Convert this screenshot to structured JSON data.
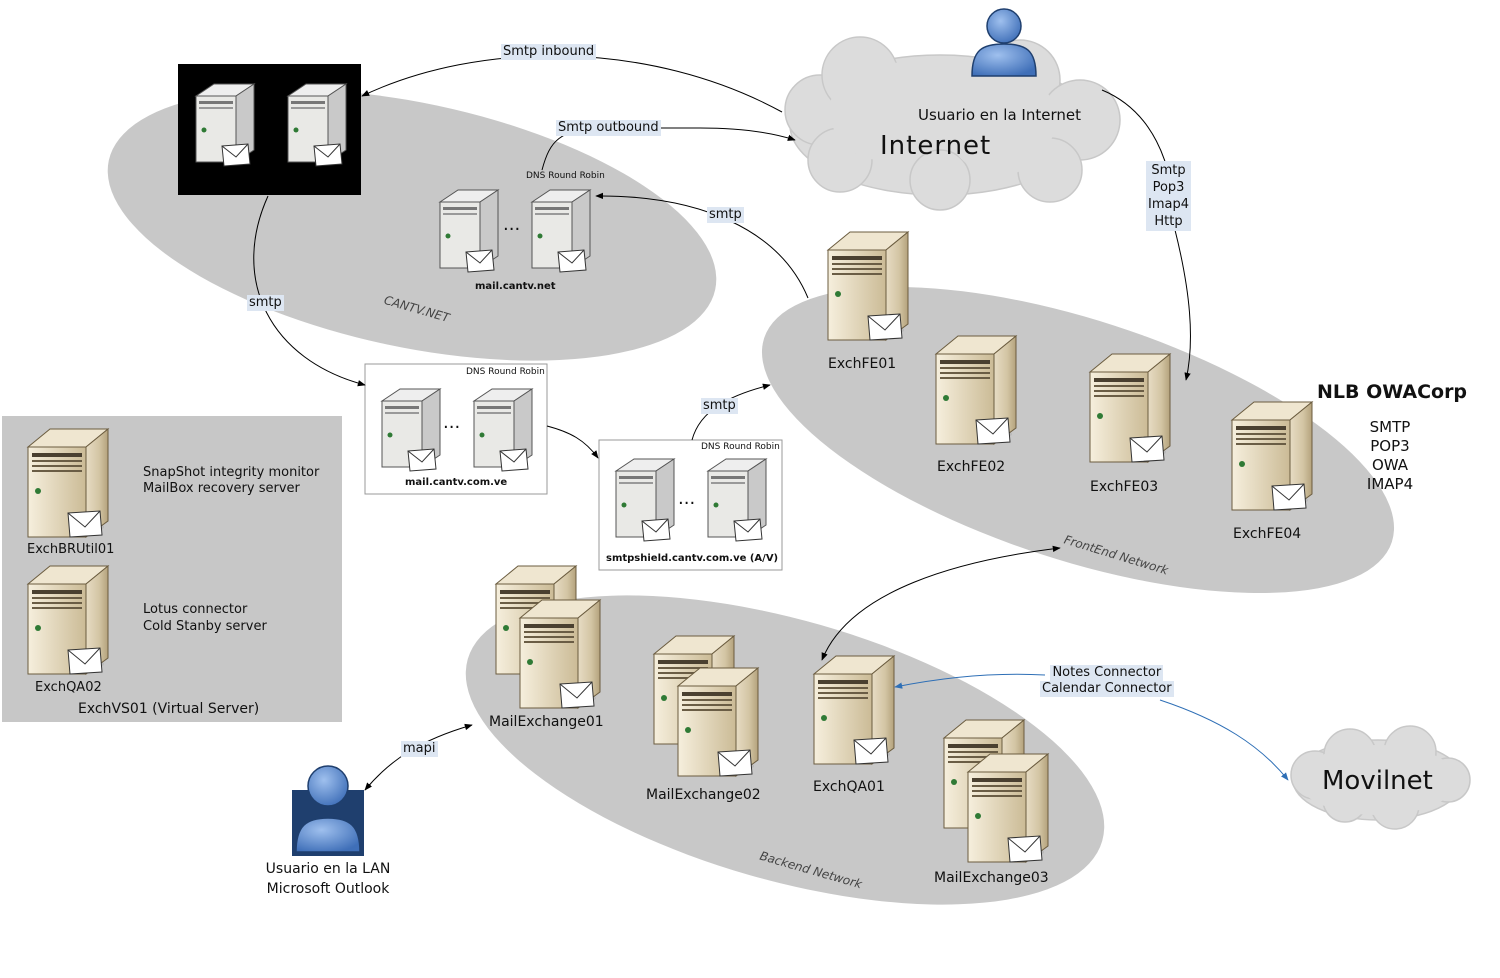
{
  "clouds": {
    "internet": {
      "title": "Internet",
      "user_label": "Usuario en la Internet"
    },
    "movilnet": {
      "title": "Movilnet"
    }
  },
  "networks": {
    "cantv": "CANTV.NET",
    "frontend": "FrontEnd Network",
    "backend": "Backend Network"
  },
  "dns_round_robin": "DNS Round Robin",
  "ellipsis": "...",
  "clusters": {
    "cantv_net": "mail.cantv.net",
    "cantv_com_ve": "mail.cantv.com.ve",
    "smtpshield": "smtpshield.cantv.com.ve (A/V)"
  },
  "servers": {
    "fe01": "ExchFE01",
    "fe02": "ExchFE02",
    "fe03": "ExchFE03",
    "fe04": "ExchFE04",
    "mx01": "MailExchange01",
    "mx02": "MailExchange02",
    "mx03": "MailExchange03",
    "qa01": "ExchQA01",
    "brutil": "ExchBRUtil01",
    "qa02": "ExchQA02"
  },
  "vs_panel": {
    "title": "ExchVS01 (Virtual Server)",
    "brutil_desc": [
      "SnapShot integrity monitor",
      "MailBox recovery server"
    ],
    "qa02_desc": [
      "Lotus connector",
      "Cold Stanby server"
    ]
  },
  "nlb": {
    "title": "NLB OWACorp",
    "protocols": [
      "SMTP",
      "POP3",
      "OWA",
      "IMAP4"
    ]
  },
  "edges": {
    "smtp_inbound": "Smtp inbound",
    "smtp_outbound": "Smtp outbound",
    "smtp": "smtp",
    "mapi": "mapi",
    "internet_protocols": [
      "Smtp",
      "Pop3",
      "Imap4",
      "Http"
    ],
    "connectors": [
      "Notes Connector",
      "Calendar Connector"
    ]
  },
  "lan_user": [
    "Usuario en la LAN",
    "Microsoft Outlook"
  ],
  "colors": {
    "network_gray": "#c8c8c8",
    "cloud_gray": "#dcdcdc",
    "panel_gray": "#c7c7c7",
    "user_blue": "#5b8ed6",
    "edge_label_bg": "#dde6f2",
    "connector_blue": "#2e6fb6"
  }
}
